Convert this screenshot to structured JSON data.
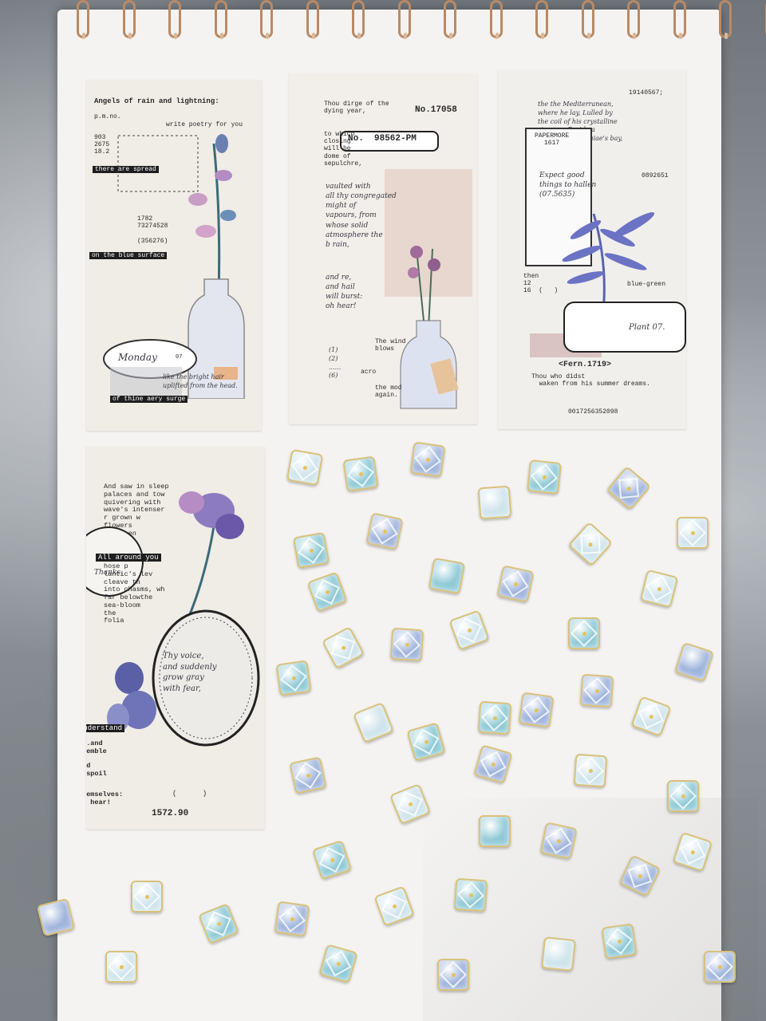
{
  "sticker1": {
    "title": "Angels of rain and lightning:",
    "pmno": "p.m.no.",
    "write": "write poetry for you",
    "nums1": "903\n2675\n18.2",
    "spread": "there are spread",
    "nums2": "1782\n73274528",
    "nums3": "(356276)",
    "surface": "on the blue surface",
    "monday": "Monday",
    "monday_num": "07",
    "hand": "like the bright hair\nuplifted from the head.",
    "surge": "of thine aery surge"
  },
  "sticker2": {
    "dirge": "Thou dirge of the\ndying year,",
    "number": "No.17058",
    "ticket": "No.  98562-PM",
    "which": "to which\nclosing\nwill be\ndome of\nsepulchre,",
    "hand1": "vaulted with\nall thy congregated\nmight of\nvapours, from\nwhose solid\natmosphere the\nb rain,",
    "hand2": "and re,\nand hail\nwill burst:\noh hear!",
    "wind": "The wind\nblows",
    "list": "(1)\n(2)\n......\n(6)",
    "acro": "acro",
    "mod": "the mod\nagain."
  },
  "sticker3": {
    "code": "19140567;",
    "hand1": "the the Mediterranean,\nwhere he lay, Lulled by\nthe coil of his crystalline\nstreams, Beside a\npumice isle in Baiae's bay,",
    "brand": "PAPERMORE\n1617",
    "num": "0892651",
    "hand2": "Expect good\nthings to hallen\n(07.5635)",
    "then": "then\n12\n16  (   )",
    "bluegreen": "blue-green",
    "plant": "Plant 07.",
    "fern": "<Fern.1719>",
    "thou": "Thou who didst\n  waken from his summer dreams.",
    "barcode": "0017256352098"
  },
  "sticker4": {
    "text1": "And saw in sleep\npalaces and tow\nquivering with\nwave's intenser\nr grown w\nflowers\n the sen",
    "around": "All around you",
    "text2": "hose p\nlantic's lev\ncleave th\ninto chasms, wh\nfar belowthe\nsea-bloom\nthe\nfolia",
    "thanks": "Thanks.",
    "hand": "Thy voice,\nand suddenly\ngrow gray\nwith fear,",
    "understand": "understand",
    "tremble": "...and\ntremble",
    "despoil": "and\ndespoil",
    "themselves": "themselves:\noh hear!",
    "paren": "(      )",
    "price": "1572.90"
  },
  "palette": {
    "tile_light": "#cfe4ec",
    "tile_aqua": "#8fc9d6",
    "tile_blue": "#9fb4dc",
    "gold": "#d9c27a"
  }
}
